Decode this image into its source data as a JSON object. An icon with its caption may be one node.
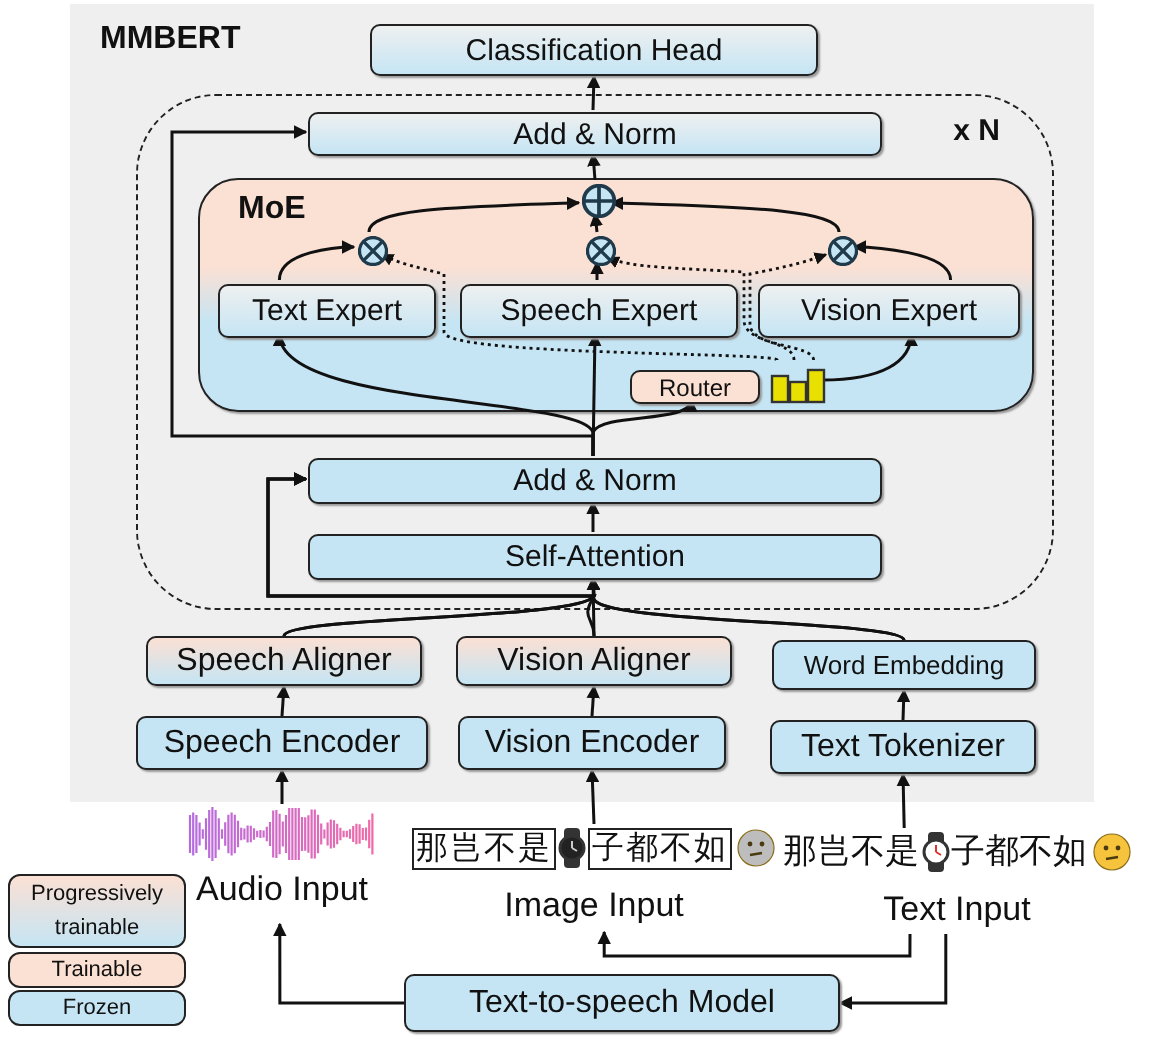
{
  "diagram": {
    "nodes": [
      {
        "text": [
          "MMBERT"
        ]
      },
      {
        "text": [
          "x N"
        ],
        "in": 0
      },
      {
        "text": [
          "Classification Head"
        ],
        "in": 0
      },
      {
        "text": [
          "Add & Norm"
        ],
        "in": 1
      },
      {
        "text": [
          "MoE"
        ],
        "in": 1
      },
      {
        "text": [],
        "shape": "circle",
        "in": 4
      },
      {
        "text": [],
        "shape": "circle",
        "in": 4
      },
      {
        "text": [],
        "shape": "circle",
        "in": 4
      },
      {
        "text": [],
        "shape": "circle",
        "in": 4
      },
      {
        "text": [
          "Text Expert"
        ],
        "in": 4
      },
      {
        "text": [
          "Speech Expert"
        ],
        "in": 4
      },
      {
        "text": [
          "Vision Expert"
        ],
        "in": 4
      },
      {
        "text": [
          "Router"
        ],
        "in": 4
      },
      {
        "text": [],
        "shape": "bar",
        "in": 4
      },
      {
        "text": [
          "Add & Norm"
        ],
        "in": 1
      },
      {
        "text": [
          "Self-Attention"
        ],
        "in": 1
      },
      {
        "text": [
          "Speech Aligner"
        ],
        "in": 0
      },
      {
        "text": [
          "Vision Aligner"
        ],
        "in": 0
      },
      {
        "text": [
          "Word Embedding"
        ],
        "in": 0
      },
      {
        "text": [
          "Speech Encoder"
        ],
        "in": 0
      },
      {
        "text": [
          "Vision Encoder"
        ],
        "in": 0
      },
      {
        "text": [
          "Text Tokenizer"
        ],
        "in": 0
      },
      {
        "text": [
          "Audio Input"
        ]
      },
      {
        "text": [
          "那岂不是",
          "子都不如",
          "Image Input"
        ]
      },
      {
        "text": [
          "那岂不是",
          "子都不如",
          "Text Input"
        ]
      },
      {
        "text": [
          "Text-to-speech Model"
        ]
      }
    ],
    "edges": [
      {
        "from": 3,
        "to": 2,
        "arrow": "to"
      },
      {
        "from": 5,
        "to": 3,
        "arrow": "to"
      },
      {
        "from": 6,
        "to": 5,
        "arrow": "to"
      },
      {
        "from": 7,
        "to": 5,
        "arrow": "to"
      },
      {
        "from": 8,
        "to": 5,
        "arrow": "to"
      },
      {
        "from": 9,
        "to": 6,
        "arrow": "to"
      },
      {
        "from": 10,
        "to": 7,
        "arrow": "to"
      },
      {
        "from": 11,
        "to": 8,
        "arrow": "to"
      },
      {
        "from": 13,
        "to": 6,
        "arrow": "to",
        "style": "dashed"
      },
      {
        "from": 13,
        "to": 7,
        "arrow": "to",
        "style": "dashed"
      },
      {
        "from": 13,
        "to": 8,
        "arrow": "to",
        "style": "dashed"
      },
      {
        "from": 13,
        "to": 11,
        "arrow": "to"
      },
      {
        "from": 14,
        "to": 3,
        "arrow": "to"
      },
      {
        "from": 14,
        "to": 9,
        "arrow": "to"
      },
      {
        "from": 14,
        "to": 10,
        "arrow": "to"
      },
      {
        "from": 14,
        "to": 12,
        "arrow": "to"
      },
      {
        "from": 15,
        "to": 14,
        "arrow": "to"
      },
      {
        "from": 16,
        "to": 15,
        "arrow": "to"
      },
      {
        "from": 17,
        "to": 15,
        "arrow": "to"
      },
      {
        "from": 18,
        "to": 15,
        "arrow": "to"
      },
      {
        "from": 16,
        "to": 14,
        "arrow": "to"
      },
      {
        "from": 17,
        "to": 14,
        "arrow": "to"
      },
      {
        "from": 18,
        "to": 14,
        "arrow": "to"
      },
      {
        "from": 19,
        "to": 16,
        "arrow": "to"
      },
      {
        "from": 20,
        "to": 17,
        "arrow": "to"
      },
      {
        "from": 21,
        "to": 18,
        "arrow": "to"
      },
      {
        "from": 22,
        "to": 19,
        "arrow": "to"
      },
      {
        "from": 23,
        "to": 20,
        "arrow": "to"
      },
      {
        "from": 24,
        "to": 21,
        "arrow": "to"
      },
      {
        "from": 24,
        "to": 23,
        "arrow": "to"
      },
      {
        "from": 24,
        "to": 25,
        "arrow": "to"
      },
      {
        "from": 25,
        "to": 22,
        "arrow": "to"
      }
    ],
    "legend": [
      {
        "text": "Progressively trainable"
      },
      {
        "text": "Trainable",
        "color": "#fbe0d4"
      },
      {
        "text": "Frozen",
        "color": "#c5e5f4"
      }
    ]
  }
}
